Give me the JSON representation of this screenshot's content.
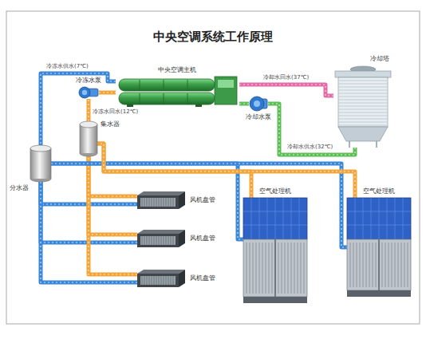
{
  "diagram": {
    "title": "中央空调系统工作原理",
    "nodes": [
      {
        "text": [
          "冷冻水泵"
        ]
      },
      {
        "text": [
          "中央空调主机"
        ]
      },
      {
        "text": [
          "冷却塔"
        ]
      },
      {
        "text": [
          "冷却水泵"
        ]
      },
      {
        "text": [
          "集水器"
        ]
      },
      {
        "text": [
          "分水器"
        ]
      },
      {
        "text": [
          "风机盘管"
        ]
      },
      {
        "text": [
          "风机盘管"
        ]
      },
      {
        "text": [
          "风机盘管"
        ]
      },
      {
        "text": [
          "空气处理机"
        ]
      },
      {
        "text": [
          "空气处理机"
        ]
      }
    ],
    "edges": [
      {
        "from": 1,
        "to": 5,
        "arrow": "none",
        "label": "冷冻水供水(7℃)"
      },
      {
        "from": 4,
        "to": 0,
        "arrow": "none",
        "label": "冷冻水回水(12℃)"
      },
      {
        "from": 0,
        "to": 1,
        "arrow": "none"
      },
      {
        "from": 1,
        "to": 2,
        "arrow": "none",
        "label": "冷却水回水(37℃)"
      },
      {
        "from": 2,
        "to": 3,
        "arrow": "none",
        "label": "冷却水供水(32℃)"
      },
      {
        "from": 3,
        "to": 1,
        "arrow": "none"
      },
      {
        "from": 5,
        "to": 6,
        "arrow": "none"
      },
      {
        "from": 5,
        "to": 7,
        "arrow": "none"
      },
      {
        "from": 5,
        "to": 8,
        "arrow": "none"
      },
      {
        "from": 6,
        "to": 4,
        "arrow": "none"
      },
      {
        "from": 7,
        "to": 4,
        "arrow": "none"
      },
      {
        "from": 8,
        "to": 4,
        "arrow": "none"
      },
      {
        "from": 5,
        "to": 9,
        "arrow": "none"
      },
      {
        "from": 5,
        "to": 10,
        "arrow": "none"
      },
      {
        "from": 9,
        "to": 4,
        "arrow": "none"
      },
      {
        "from": 10,
        "to": 4,
        "arrow": "none"
      }
    ]
  }
}
